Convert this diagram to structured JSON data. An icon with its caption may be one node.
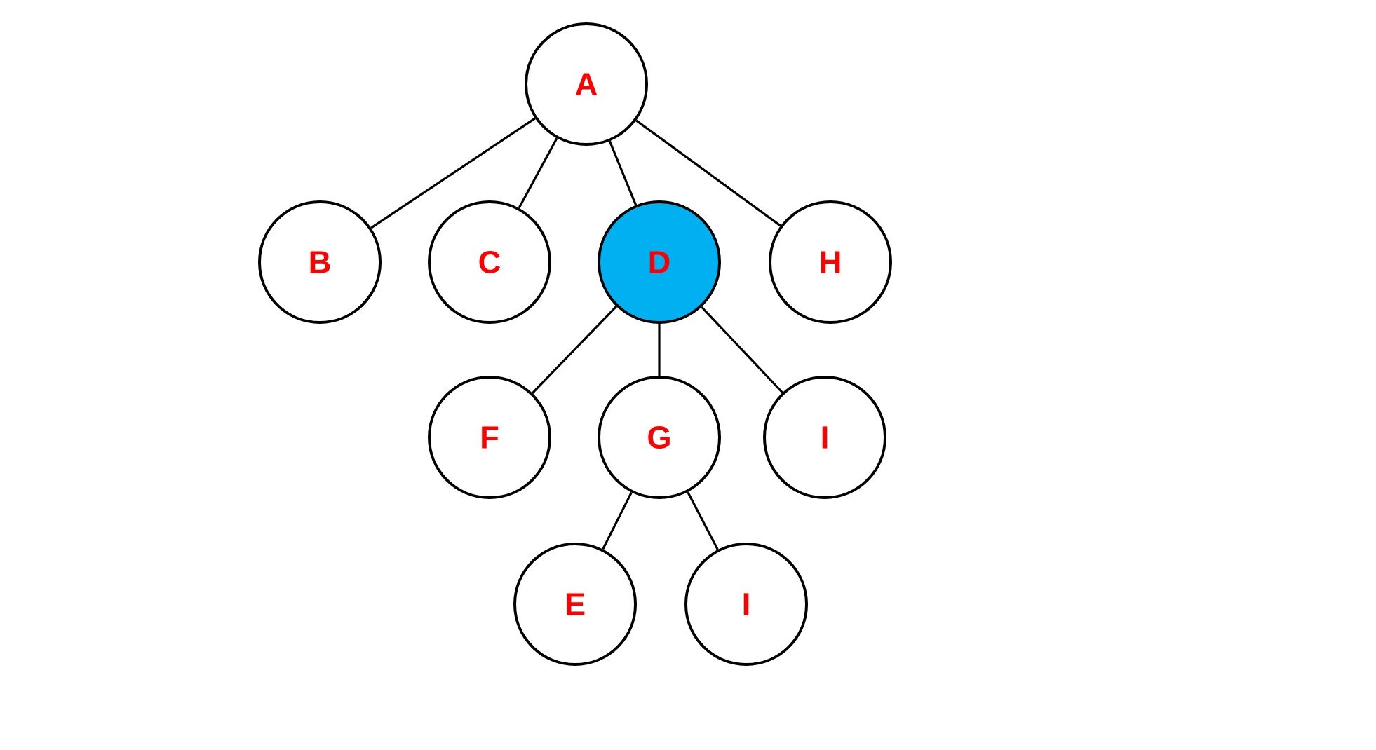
{
  "diagram": {
    "nodes": [
      {
        "text": [
          "A"
        ]
      },
      {
        "text": [
          "B"
        ]
      },
      {
        "text": [
          "C"
        ]
      },
      {
        "text": [
          "D"
        ]
      },
      {
        "text": [
          "H"
        ]
      },
      {
        "text": [
          "F"
        ]
      },
      {
        "text": [
          "G"
        ]
      },
      {
        "text": [
          "I"
        ]
      },
      {
        "text": [
          "E"
        ]
      },
      {
        "text": [
          "I"
        ]
      }
    ],
    "edges": [
      {
        "from": 0,
        "to": 1,
        "arrow": "none"
      },
      {
        "from": 0,
        "to": 2,
        "arrow": "none"
      },
      {
        "from": 0,
        "to": 3,
        "arrow": "none"
      },
      {
        "from": 0,
        "to": 4,
        "arrow": "none"
      },
      {
        "from": 3,
        "to": 5,
        "arrow": "none"
      },
      {
        "from": 3,
        "to": 6,
        "arrow": "none"
      },
      {
        "from": 3,
        "to": 7,
        "arrow": "none"
      },
      {
        "from": 6,
        "to": 8,
        "arrow": "none"
      },
      {
        "from": 6,
        "to": 9,
        "arrow": "none"
      }
    ]
  }
}
